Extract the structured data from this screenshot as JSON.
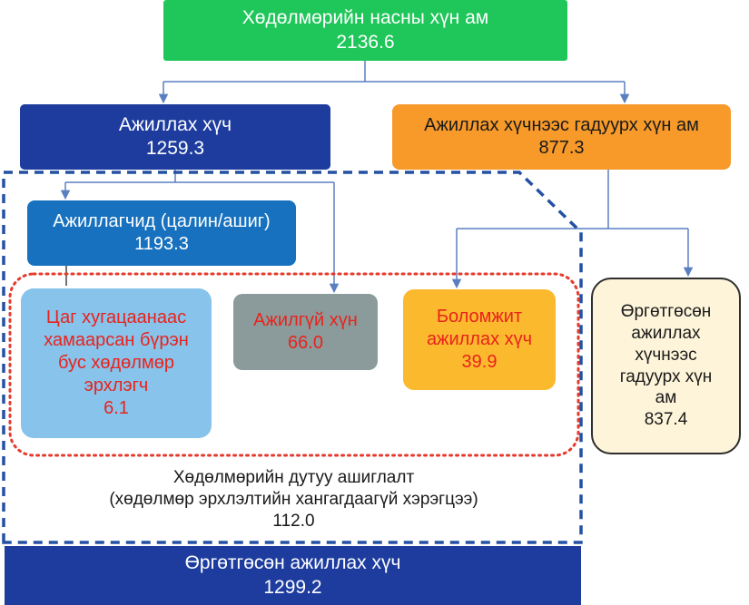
{
  "nodes": {
    "working_age_population": {
      "label": "Хөдөлмөрийн насны хүн ам",
      "value": "2136.6"
    },
    "labour_force": {
      "label": "Ажиллах хүч",
      "value": "1259.3"
    },
    "outside_labour_force": {
      "label": "Ажиллах хүчнээс гадуурх хүн ам",
      "value": "877.3"
    },
    "employed": {
      "label": "Ажиллагчид (цалин/ашиг)",
      "value": "1193.3"
    },
    "time_related_underemployed": {
      "lines": [
        "Цаг хугацаанаас",
        "хамаарсан бүрэн",
        "бус хөдөлмөр",
        "эрхлэгч"
      ],
      "value": "6.1"
    },
    "unemployed": {
      "label": "Ажилгүй хүн",
      "value": "66.0"
    },
    "potential_labour_force": {
      "lines": [
        "Боломжит",
        "ажиллах хүч"
      ],
      "value": "39.9"
    },
    "extended_outside_labour_force": {
      "lines": [
        "Өргөтгөсөн",
        "ажиллах",
        "хүчнээс",
        "гадуурх хүн",
        "ам"
      ],
      "value": "837.4"
    },
    "labour_underutilization": {
      "lines": [
        "Хөдөлмөрийн дутуу ашиглалт",
        "(хөдөлмөр эрхлэлтийн хангагдаагүй хэрэгцээ)"
      ],
      "value": "112.0"
    },
    "extended_labour_force": {
      "label": "Өргөтгөсөн ажиллах хүч",
      "value": "1299.2"
    }
  },
  "colors": {
    "green": "#1fc65a",
    "dark_blue": "#1d3c9e",
    "orange": "#f79a2a",
    "blue": "#1771be",
    "light_blue": "#87c3ea",
    "gray": "#8b9b9b",
    "yellow": "#fbba2d",
    "cream": "#fdf4d9",
    "red_text": "#e8231d",
    "connector": "#5a7fc0",
    "dashed_border": "#2451a4",
    "dotted_border": "#e53a2e"
  }
}
